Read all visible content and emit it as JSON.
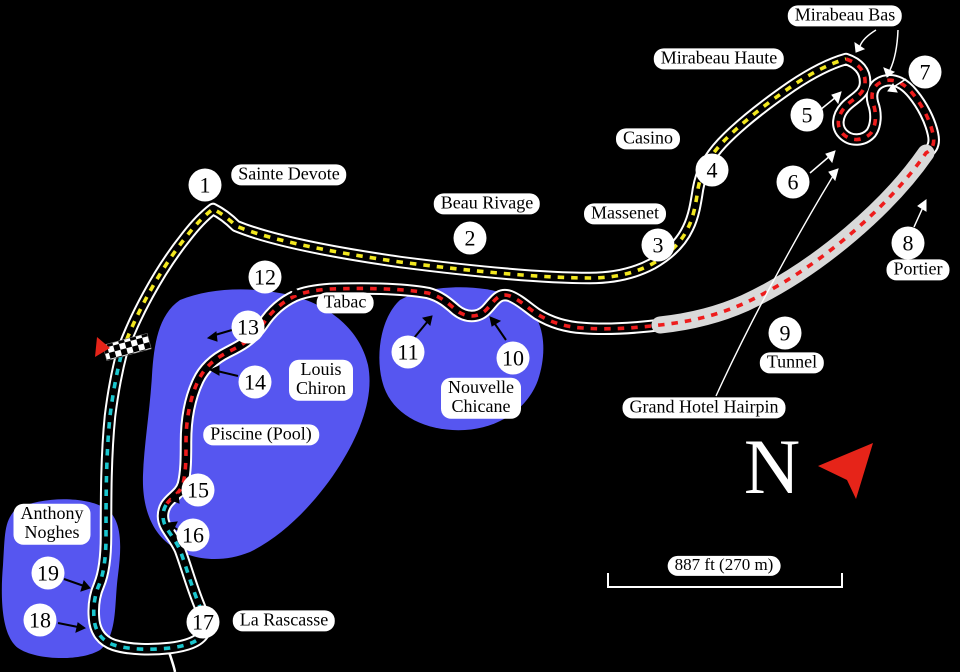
{
  "colors": {
    "background": "#000000",
    "water": "#5656f0",
    "casing": "#ffffff",
    "road": "#000000",
    "sector1": "#f2e71e",
    "sector2": "#ee1c1c",
    "sector3": "#1ac6ce",
    "tunnel": "#d9d9d9",
    "red_arrow": "#e62419"
  },
  "markers": [
    "1",
    "2",
    "3",
    "4",
    "5",
    "6",
    "7",
    "8",
    "9",
    "10",
    "11",
    "12",
    "13",
    "14",
    "15",
    "16",
    "17",
    "18",
    "19"
  ],
  "labels": {
    "sainte_devote": "Sainte Devote",
    "beau_rivage": "Beau Rivage",
    "massenet": "Massenet",
    "casino": "Casino",
    "mirabeau_haute": "Mirabeau Haute",
    "mirabeau_bas": "Mirabeau Bas",
    "portier": "Portier",
    "tunnel": "Tunnel",
    "grand_hotel_hairpin": "Grand Hotel Hairpin",
    "nouvelle_chicane": "Nouvelle\nChicane",
    "tabac": "Tabac",
    "louis_chiron": "Louis\nChiron",
    "piscine": "Piscine (Pool)",
    "anthony_noghes": "Anthony\nNoghes",
    "la_rascasse": "La Rascasse"
  },
  "compass": {
    "north": "N"
  },
  "scale": {
    "label": "887 ft (270 m)"
  }
}
